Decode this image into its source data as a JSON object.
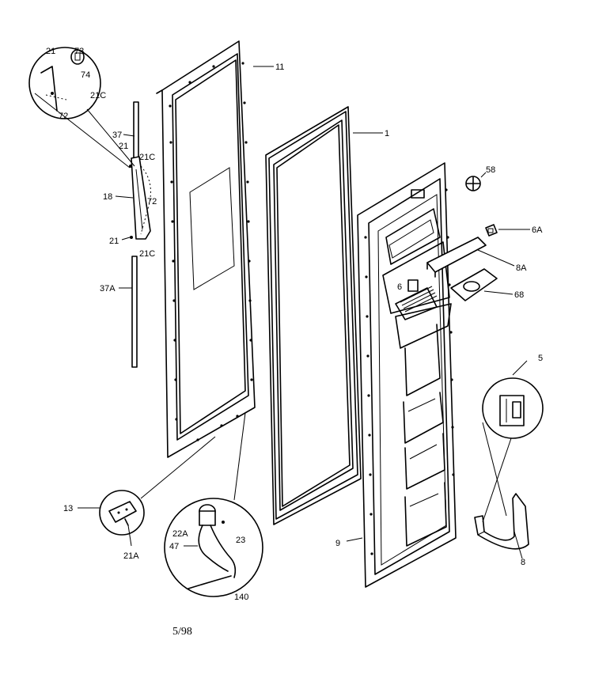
{
  "labels": {
    "p11": "11",
    "p1": "1",
    "p58": "58",
    "p6A": "6A",
    "p8A": "8A",
    "p6": "6",
    "p68": "68",
    "p5": "5",
    "p9": "9",
    "p8": "8",
    "p13": "13",
    "p21A": "21A",
    "p22A": "22A",
    "p23": "23",
    "p47": "47",
    "p140": "140",
    "p21_inset": "21",
    "p73": "73",
    "p74": "74",
    "p21C_inset": "21C",
    "p72_inset": "72",
    "p37": "37",
    "p21_top": "21",
    "p21C_top": "21C",
    "p18": "18",
    "p72": "72",
    "p21_bot": "21",
    "p21C_bot": "21C",
    "p37A": "37A"
  },
  "footer": {
    "date_code": "5/98"
  }
}
